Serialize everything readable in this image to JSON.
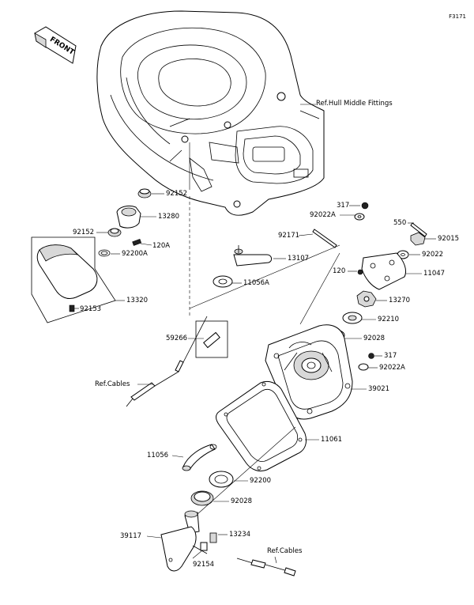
{
  "figure_code": "F3171",
  "front_badge": "FRONT",
  "labels": {
    "ref_hull": "Ref.Hull Middle Fittings",
    "p92152_a": "92152",
    "p13280": "13280",
    "p92152_b": "92152",
    "p120A": "120A",
    "p92200A": "92200A",
    "p13320": "13320",
    "p92153": "92153",
    "p13107": "13107",
    "p11056A": "11056A",
    "p59266": "59266",
    "ref_cables_1": "Ref.Cables",
    "p317_a": "317",
    "p92022A_a": "92022A",
    "p92171": "92171",
    "p550": "550",
    "p92015": "92015",
    "p92022": "92022",
    "p120": "120",
    "p11047": "11047",
    "p13270": "13270",
    "p92210": "92210",
    "p92028_a": "92028",
    "p317_b": "317",
    "p92022A_b": "92022A",
    "p39021": "39021",
    "p11061": "11061",
    "p11056": "11056",
    "p92200": "92200",
    "p92028_b": "92028",
    "p39117": "39117",
    "p13234": "13234",
    "p92154": "92154",
    "ref_cables_2": "Ref.Cables"
  }
}
